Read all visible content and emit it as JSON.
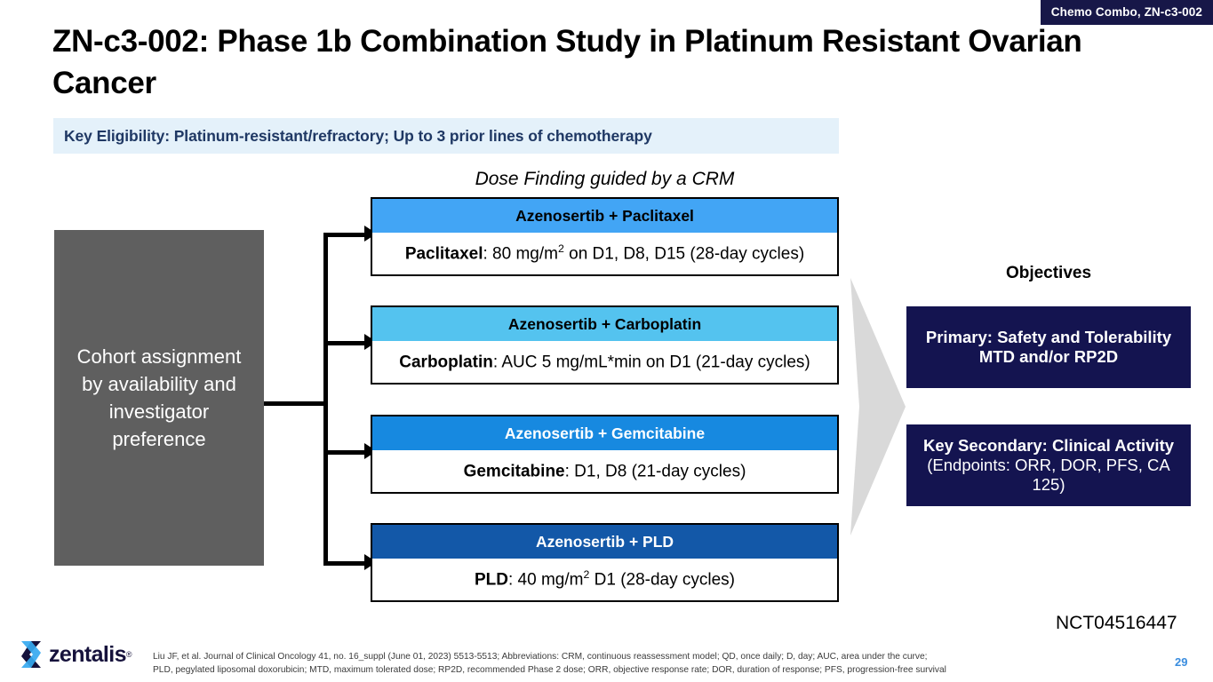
{
  "corner_badge": "Chemo Combo, ZN-c3-002",
  "title": "ZN-c3-002: Phase 1b Combination Study in Platinum Resistant Ovarian Cancer",
  "eligibility": "Key Eligibility: Platinum-resistant/refractory; Up to 3 prior lines of chemotherapy",
  "dose_caption": "Dose Finding guided by a CRM",
  "cohort_assignment": "Cohort assignment by availability and investigator preference",
  "cohorts": [
    {
      "header": "Azenosertib + Paclitaxel",
      "drug": "Paclitaxel",
      "regimen": ": 80 mg/m",
      "sup": "2",
      "regimen_rest": " on D1, D8, D15 (28-day cycles)",
      "header_bg": "#42a5f5",
      "header_color": "#000000"
    },
    {
      "header": "Azenosertib + Carboplatin",
      "drug": "Carboplatin",
      "regimen": ": AUC 5 mg/mL*min on D1 (21-day cycles)",
      "sup": "",
      "regimen_rest": "",
      "header_bg": "#54c3ef",
      "header_color": "#000000"
    },
    {
      "header": "Azenosertib + Gemcitabine",
      "drug": "Gemcitabine",
      "regimen": ": D1, D8 (21-day cycles)",
      "sup": "",
      "regimen_rest": "",
      "header_bg": "#1789e0",
      "header_color": "#ffffff"
    },
    {
      "header": "Azenosertib + PLD",
      "drug": "PLD",
      "regimen": ": 40 mg/m",
      "sup": "2",
      "regimen_rest": " D1 (28-day cycles)",
      "header_bg": "#1358a8",
      "header_color": "#ffffff"
    }
  ],
  "objectives": {
    "title": "Objectives",
    "primary_line1": "Primary: Safety and Tolerability",
    "primary_line2": "MTD and/or RP2D",
    "secondary_line1": "Key Secondary: Clinical Activity",
    "secondary_line2": "(Endpoints: ORR, DOR, PFS, CA 125)"
  },
  "nct_number": "NCT04516447",
  "footnote_line1": "Liu JF, et al. Journal of Clinical Oncology 41, no. 16_suppl (June 01, 2023) 5513-5513; Abbreviations: CRM, continuous reassessment model; QD, once daily; D, day; AUC, area under the curve;",
  "footnote_line2": "PLD, pegylated liposomal doxorubicin; MTD, maximum tolerated dose; RP2D, recommended Phase 2 dose; ORR, objective response rate; DOR, duration of response; PFS, progression-free survival",
  "page_number": "29",
  "logo_text": "zentalis",
  "logo_tm": "®",
  "colors": {
    "badge_bg": "#171748",
    "eligibility_bg": "#e4f1fa",
    "eligibility_text": "#1f3864",
    "cohort_box_bg": "#5f5f5f",
    "objective_bg": "#141450",
    "chevron": "#d9d9d9",
    "page_number": "#3a8ddf"
  }
}
